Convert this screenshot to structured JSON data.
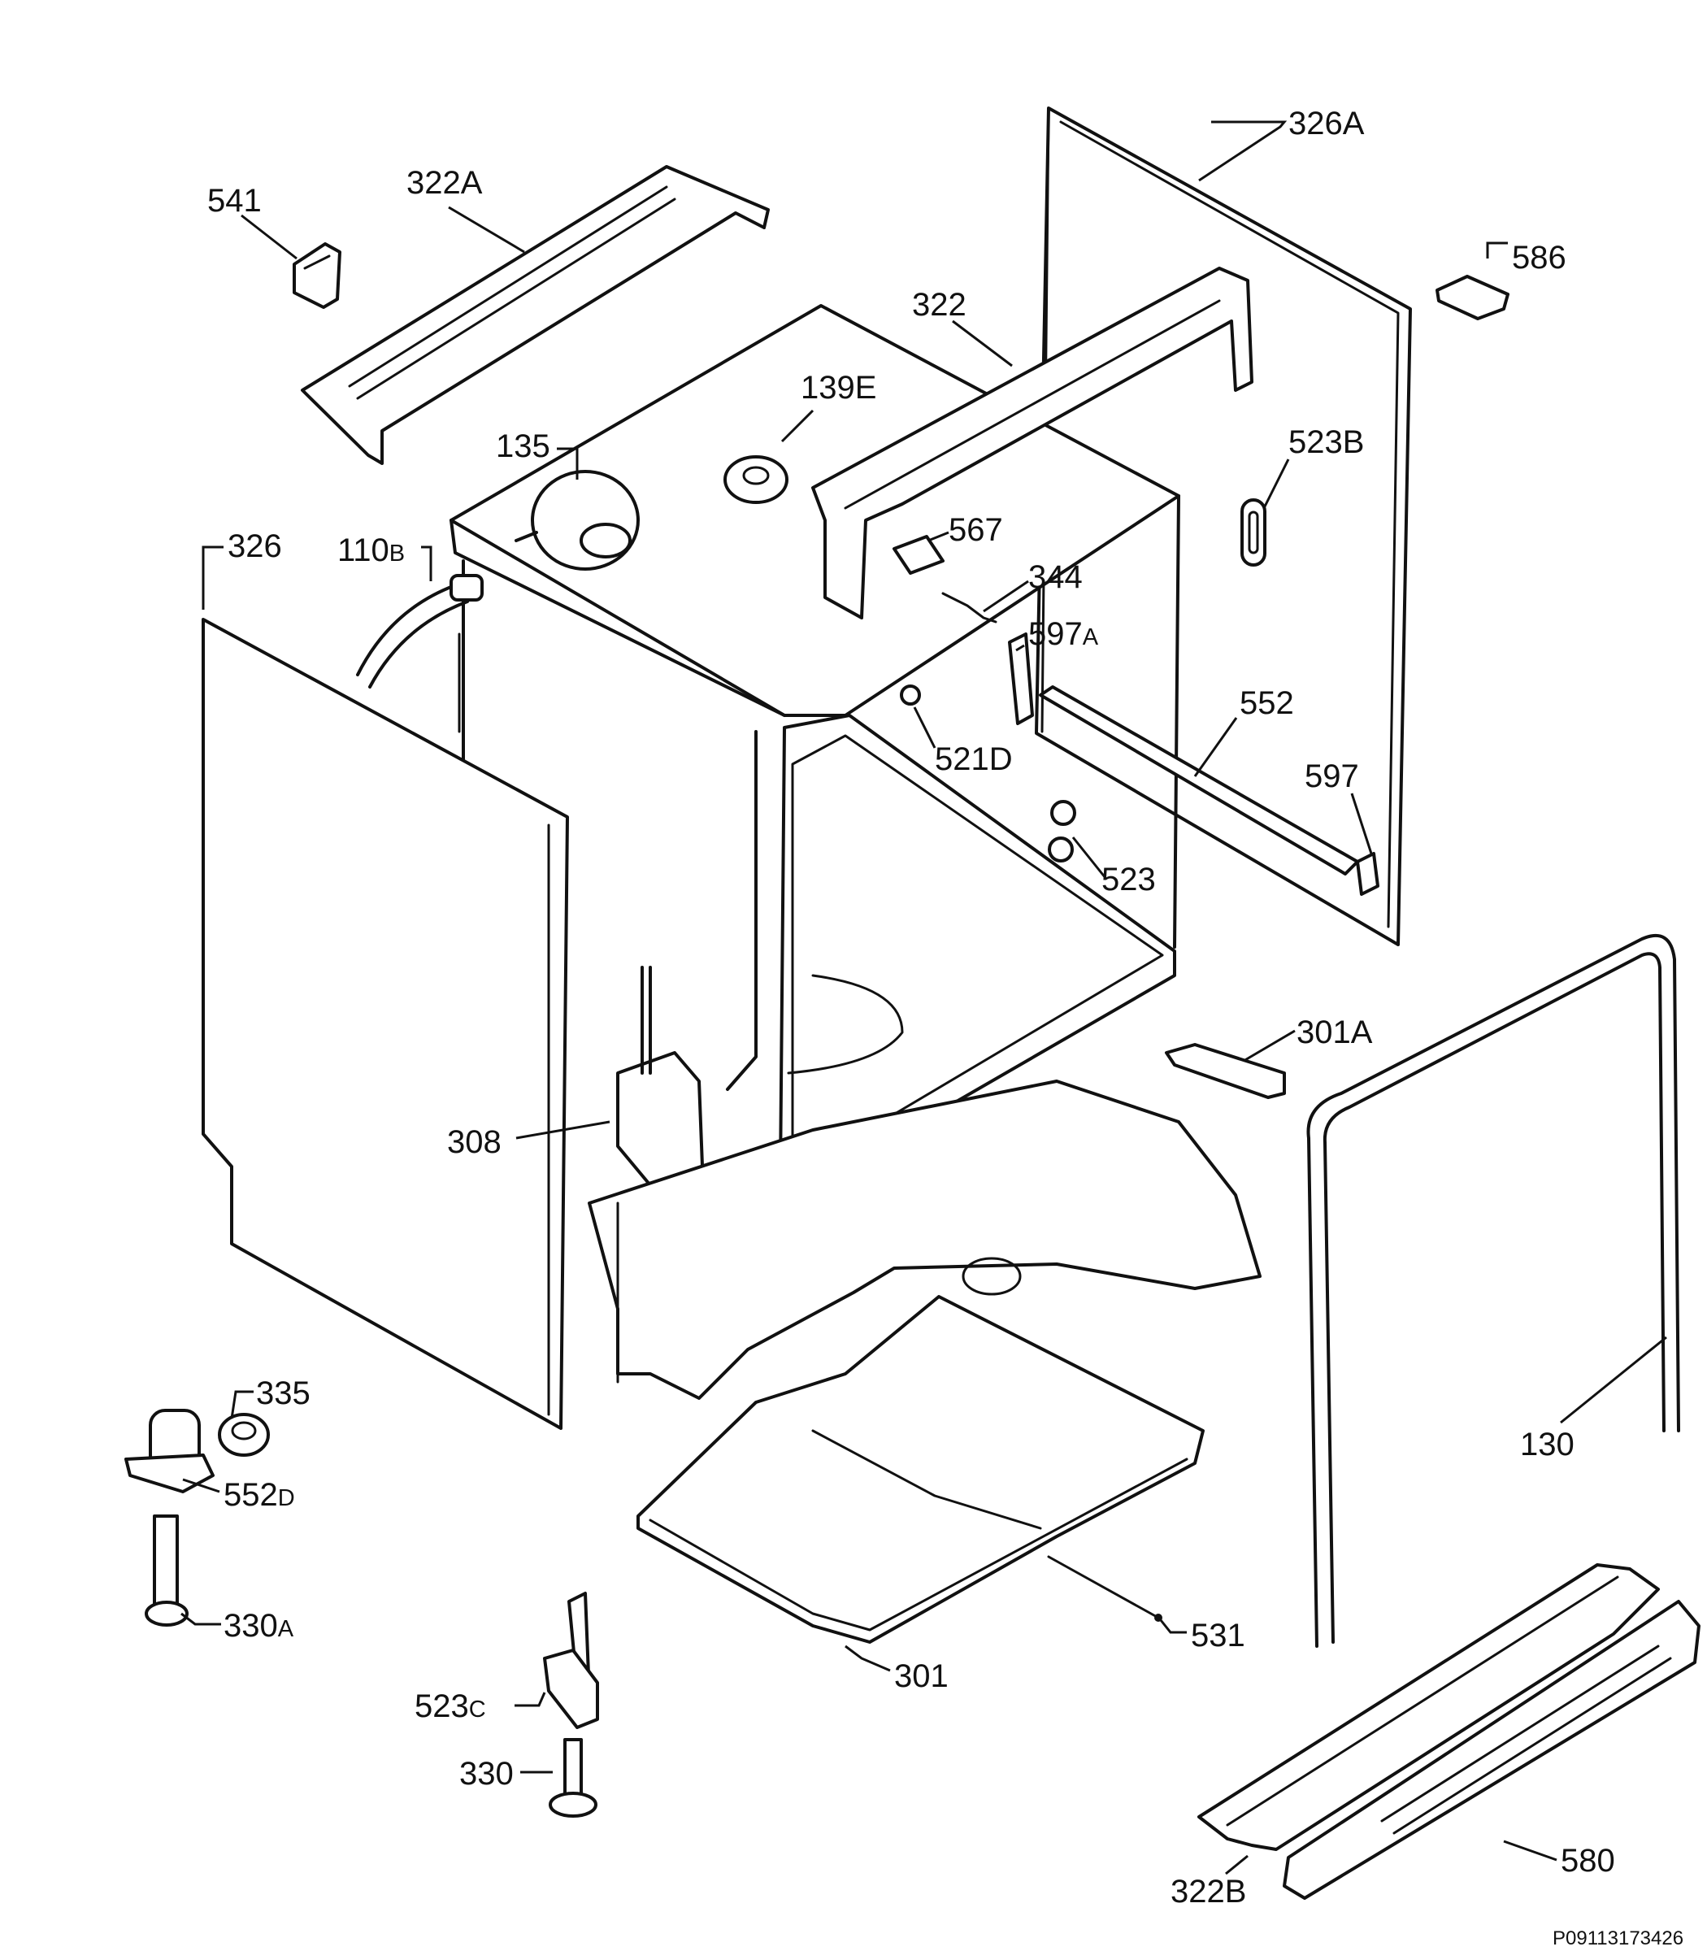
{
  "labels": {
    "l_326A": "326A",
    "l_541": "541",
    "l_322A": "322A",
    "l_586": "586",
    "l_322": "322",
    "l_139E": "139E",
    "l_135": "135",
    "l_523B": "523B",
    "l_567": "567",
    "l_326": "326",
    "l_110B_num": "110",
    "l_110B_suf": "B",
    "l_344": "344",
    "l_597A_num": "597",
    "l_597A_suf": "A",
    "l_552": "552",
    "l_521D": "521D",
    "l_597": "597",
    "l_523": "523",
    "l_301A": "301A",
    "l_308": "308",
    "l_130": "130",
    "l_335": "335",
    "l_552D_num": "552",
    "l_552D_suf": "D",
    "l_330A_num": "330",
    "l_330A_suf": "A",
    "l_531": "531",
    "l_301": "301",
    "l_523C_num": "523",
    "l_523C_suf": "C",
    "l_330": "330",
    "l_322B": "322B",
    "l_580": "580"
  },
  "reference_code": "P09113173426"
}
